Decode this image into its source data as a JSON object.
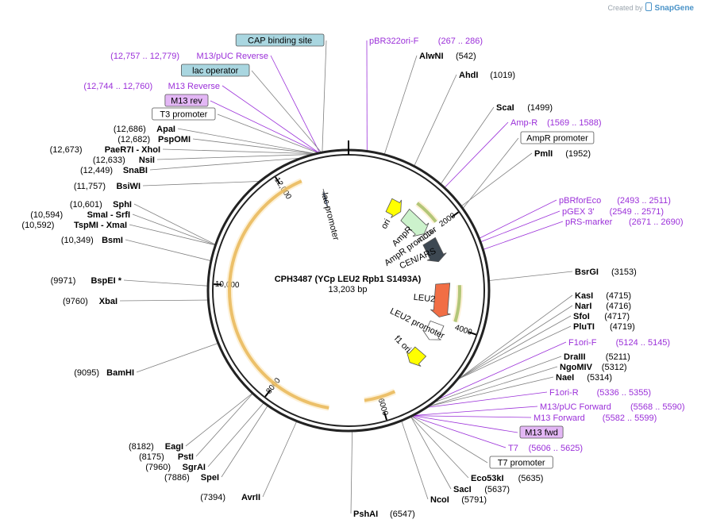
{
  "header": {
    "created_by": "Created by",
    "brand": "SnapGene"
  },
  "plasmid": {
    "name": "CPH3487 (YCp LEU2 Rpb1 S1493A)",
    "length_label": "13,203 bp",
    "total_bp": 13203
  },
  "ticks": [
    {
      "label": "2000",
      "bp": 2000
    },
    {
      "label": "4000",
      "bp": 4000
    },
    {
      "label": "6000",
      "bp": 6000
    },
    {
      "label": "8000",
      "bp": 8000
    },
    {
      "label": "10,000",
      "bp": 10000
    },
    {
      "label": "12,000",
      "bp": 12000
    }
  ],
  "features": [
    {
      "name": "lac promoter",
      "label": "lac promoter",
      "start": 12670,
      "end": 12700,
      "color": "#6b8fd6"
    },
    {
      "name": "ori",
      "label": "ori",
      "start": 930,
      "end": 1230,
      "color": "#ffff00"
    },
    {
      "name": "AmpR",
      "label": "AmpR",
      "start": 1350,
      "end": 1950,
      "color": "#ccf2cc"
    },
    {
      "name": "AmpR promoter",
      "label": "AmpR promoter",
      "start": 1960,
      "end": 2060,
      "color": "#ffffff"
    },
    {
      "name": "CEN/ARS",
      "label": "CEN/ARS",
      "start": 2150,
      "end": 2650,
      "color": "#3d4852"
    },
    {
      "name": "LEU2",
      "label": "LEU2",
      "start": 3150,
      "end": 3900,
      "color": "#f16e45"
    },
    {
      "name": "LEU2 promoter",
      "label": "LEU2 promoter",
      "start": 4050,
      "end": 4450,
      "color": "#ffffff"
    },
    {
      "name": "f1 ori",
      "label": "f1 ori",
      "start": 4780,
      "end": 5120,
      "color": "#ffff00"
    }
  ],
  "orfs": [
    {
      "start": 1400,
      "end": 1900,
      "color": "#5aa02c"
    },
    {
      "start": 3200,
      "end": 3900,
      "color": "#5aa02c"
    },
    {
      "start": 5700,
      "end": 6300,
      "color": "#d9920c"
    },
    {
      "start": 6950,
      "end": 12350,
      "color": "#d9920c"
    }
  ],
  "right_labels": [
    {
      "name": "AlwNI",
      "pos": "(542)",
      "bp": 542,
      "type": "enzyme"
    },
    {
      "name": "AhdI",
      "pos": "(1019)",
      "bp": 1019,
      "type": "enzyme"
    },
    {
      "name": "ScaI",
      "pos": "(1499)",
      "bp": 1499,
      "type": "enzyme"
    },
    {
      "name": "Amp-R",
      "pos": "(1569 .. 1588)",
      "bp": 1578,
      "type": "primer"
    },
    {
      "name": "AmpR promoter",
      "pos": "",
      "bp": 1990,
      "type": "boxed"
    },
    {
      "name": "PmlI",
      "pos": "(1952)",
      "bp": 1952,
      "type": "enzyme"
    },
    {
      "name": "pBRforEco",
      "pos": "(2493 .. 2511)",
      "bp": 2502,
      "type": "primer"
    },
    {
      "name": "pGEX 3'",
      "pos": "(2549 .. 2571)",
      "bp": 2560,
      "type": "primer"
    },
    {
      "name": "pRS-marker",
      "pos": "(2671 .. 2690)",
      "bp": 2680,
      "type": "primer"
    },
    {
      "name": "BsrGI",
      "pos": "(3153)",
      "bp": 3153,
      "type": "enzyme"
    },
    {
      "name": "KasI",
      "pos": "(4715)",
      "bp": 4715,
      "type": "enzyme"
    },
    {
      "name": "NarI",
      "pos": "(4716)",
      "bp": 4716,
      "type": "enzyme"
    },
    {
      "name": "SfoI",
      "pos": "(4717)",
      "bp": 4717,
      "type": "enzyme"
    },
    {
      "name": "PluTI",
      "pos": "(4719)",
      "bp": 4719,
      "type": "enzyme"
    },
    {
      "name": "F1ori-F",
      "pos": "(5124 .. 5145)",
      "bp": 5134,
      "type": "primer"
    },
    {
      "name": "DraIII",
      "pos": "(5211)",
      "bp": 5211,
      "type": "enzyme"
    },
    {
      "name": "NgoMIV",
      "pos": "(5312)",
      "bp": 5312,
      "type": "enzyme"
    },
    {
      "name": "NaeI",
      "pos": "(5314)",
      "bp": 5314,
      "type": "enzyme"
    },
    {
      "name": "F1ori-R",
      "pos": "(5336 .. 5355)",
      "bp": 5345,
      "type": "primer"
    },
    {
      "name": "M13/pUC Forward",
      "pos": "(5568 .. 5590)",
      "bp": 5579,
      "type": "primer"
    },
    {
      "name": "M13 Forward",
      "pos": "(5582 .. 5599)",
      "bp": 5590,
      "type": "primer"
    },
    {
      "name": "M13 fwd",
      "pos": "",
      "bp": 5595,
      "type": "boxed-primer"
    },
    {
      "name": "T7",
      "pos": "(5606 .. 5625)",
      "bp": 5615,
      "type": "primer"
    },
    {
      "name": "T7 promoter",
      "pos": "",
      "bp": 5620,
      "type": "boxed"
    },
    {
      "name": "Eco53kI",
      "pos": "(5635)",
      "bp": 5635,
      "type": "enzyme"
    },
    {
      "name": "SacI",
      "pos": "(5637)",
      "bp": 5637,
      "type": "enzyme"
    },
    {
      "name": "NcoI",
      "pos": "(5791)",
      "bp": 5791,
      "type": "enzyme"
    },
    {
      "name": "PshAI",
      "pos": "(6547)",
      "bp": 6547,
      "type": "enzyme"
    }
  ],
  "top_labels": [
    {
      "name": "pBR322ori-F",
      "pos": "(267 .. 286)",
      "bp": 276,
      "type": "primer"
    }
  ],
  "left_labels": [
    {
      "name": "CAP binding site",
      "pos": "",
      "bp": 12810,
      "type": "boxed-blue"
    },
    {
      "name": "M13/pUC Reverse",
      "pos": "(12,757 .. 12,779)",
      "bp": 12768,
      "type": "primer"
    },
    {
      "name": "lac operator",
      "pos": "",
      "bp": 12790,
      "type": "boxed-blue"
    },
    {
      "name": "M13 Reverse",
      "pos": "(12,744 .. 12,760)",
      "bp": 12752,
      "type": "primer"
    },
    {
      "name": "M13 rev",
      "pos": "",
      "bp": 12750,
      "type": "boxed-primer"
    },
    {
      "name": "T3 promoter",
      "pos": "",
      "bp": 12735,
      "type": "boxed"
    },
    {
      "name": "ApaI",
      "pos": "(12,686)",
      "bp": 12686,
      "type": "enzyme"
    },
    {
      "name": "PspOMI",
      "pos": "(12,682)",
      "bp": 12682,
      "type": "enzyme"
    },
    {
      "name": "PaeR7I - XhoI",
      "pos": "(12,673)",
      "bp": 12673,
      "type": "enzyme"
    },
    {
      "name": "NsiI",
      "pos": "(12,633)",
      "bp": 12633,
      "type": "enzyme"
    },
    {
      "name": "SnaBI",
      "pos": "(12,449)",
      "bp": 12449,
      "type": "enzyme"
    },
    {
      "name": "BsiWI",
      "pos": "(11,757)",
      "bp": 11757,
      "type": "enzyme"
    },
    {
      "name": "SphI",
      "pos": "(10,601)",
      "bp": 10601,
      "type": "enzyme"
    },
    {
      "name": "SmaI - SrfI",
      "pos": "(10,594)",
      "bp": 10594,
      "type": "enzyme"
    },
    {
      "name": "TspMI - XmaI",
      "pos": "(10,592)",
      "bp": 10592,
      "type": "enzyme"
    },
    {
      "name": "BsmI",
      "pos": "(10,349)",
      "bp": 10349,
      "type": "enzyme"
    },
    {
      "name": "BspEI *",
      "pos": "(9971)",
      "bp": 9971,
      "type": "enzyme"
    },
    {
      "name": "XbaI",
      "pos": "(9760)",
      "bp": 9760,
      "type": "enzyme"
    },
    {
      "name": "BamHI",
      "pos": "(9095)",
      "bp": 9095,
      "type": "enzyme"
    },
    {
      "name": "EagI",
      "pos": "(8182)",
      "bp": 8182,
      "type": "enzyme"
    },
    {
      "name": "PstI",
      "pos": "(8175)",
      "bp": 8175,
      "type": "enzyme"
    },
    {
      "name": "SgrAI",
      "pos": "(7960)",
      "bp": 7960,
      "type": "enzyme"
    },
    {
      "name": "SpeI",
      "pos": "(7886)",
      "bp": 7886,
      "type": "enzyme"
    },
    {
      "name": "AvrII",
      "pos": "(7394)",
      "bp": 7394,
      "type": "enzyme"
    }
  ],
  "colors": {
    "enzyme_text": "#000000",
    "primer_text": "#9b30d9",
    "leader": "#808080",
    "primer_leader": "#9b30d9",
    "boxed_blue": "#a9d6e0",
    "boxed_primer": "#e3b7f5"
  }
}
